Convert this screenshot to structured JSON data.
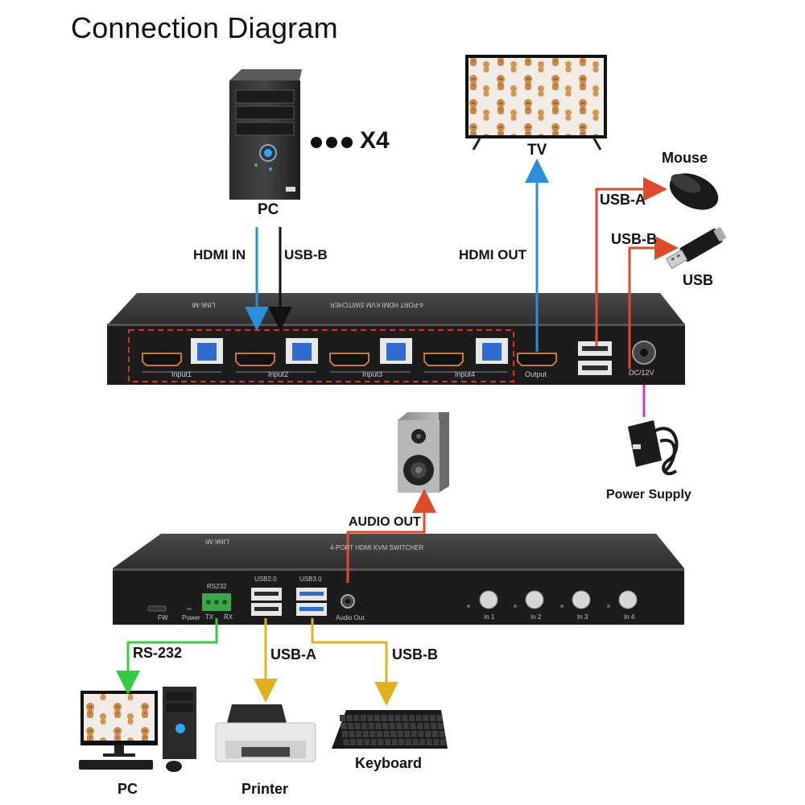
{
  "title": "Connection Diagram",
  "top_pc": {
    "label": "PC",
    "multiplier": "X4"
  },
  "tv": {
    "label": "TV"
  },
  "mouse": {
    "label": "Mouse"
  },
  "usb_stick": {
    "label": "USB"
  },
  "power_supply": {
    "label": "Power Supply"
  },
  "speaker": {
    "label": "AUDIO OUT"
  },
  "bottom_pc": {
    "label": "PC"
  },
  "printer": {
    "label": "Printer"
  },
  "keyboard": {
    "label": "Keyboard"
  },
  "connections": {
    "hdmi_in": "HDMI IN",
    "usb_b_top": "USB-B",
    "hdmi_out": "HDMI OUT",
    "usb_a_mouse": "USB-A",
    "usb_b_stick": "USB-B",
    "audio_out": "AUDIO OUT",
    "rs232": "RS-232",
    "usb_a_printer": "USB-A",
    "usb_b_keyboard": "USB-B"
  },
  "rear_panel": {
    "ports": [
      "Input1",
      "Input2",
      "Input3",
      "Input4",
      "Output"
    ],
    "dc_label": "DC/12V",
    "brand": "LINK-MI",
    "model": "4-PORT HDMI KVM SWITCHER"
  },
  "front_panel": {
    "labels": [
      "FW",
      "Power",
      "RS232",
      "TX",
      "RX",
      "USB2.0",
      "USB3.0",
      "Audio Out"
    ],
    "buttons": [
      "In 1",
      "In 2",
      "In 3",
      "In 4"
    ],
    "brand": "LINK-MI",
    "model": "4-PORT HDMI KVM SWITCHER"
  },
  "colors": {
    "hdmi_in": "#2a8fd8",
    "usb_b": "#111111",
    "hdmi_out": "#2a8fd8",
    "usb_a_out": "#e04a2c",
    "power": "#c43bc8",
    "audio": "#e04a2c",
    "rs232": "#33cc44",
    "usb_front": "#e0b020",
    "dashed_box": "#d8302a"
  }
}
